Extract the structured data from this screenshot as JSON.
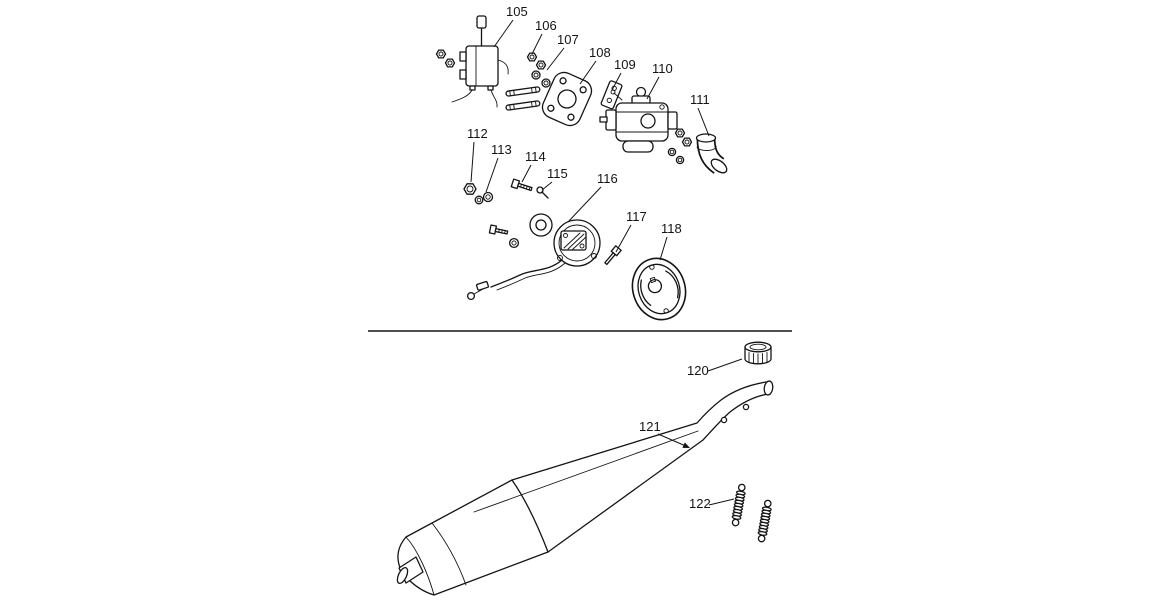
{
  "diagram": {
    "background": "#ffffff",
    "line_color": "#141414",
    "part_labels": [
      {
        "text": "105"
      },
      {
        "text": "106"
      },
      {
        "text": "107"
      },
      {
        "text": "108"
      },
      {
        "text": "109"
      },
      {
        "text": "110"
      },
      {
        "text": "111"
      },
      {
        "text": "112"
      },
      {
        "text": "113"
      },
      {
        "text": "114"
      },
      {
        "text": "115"
      },
      {
        "text": "116"
      },
      {
        "text": "117"
      },
      {
        "text": "118"
      },
      {
        "text": "120"
      },
      {
        "text": "121"
      },
      {
        "text": "122"
      }
    ]
  }
}
